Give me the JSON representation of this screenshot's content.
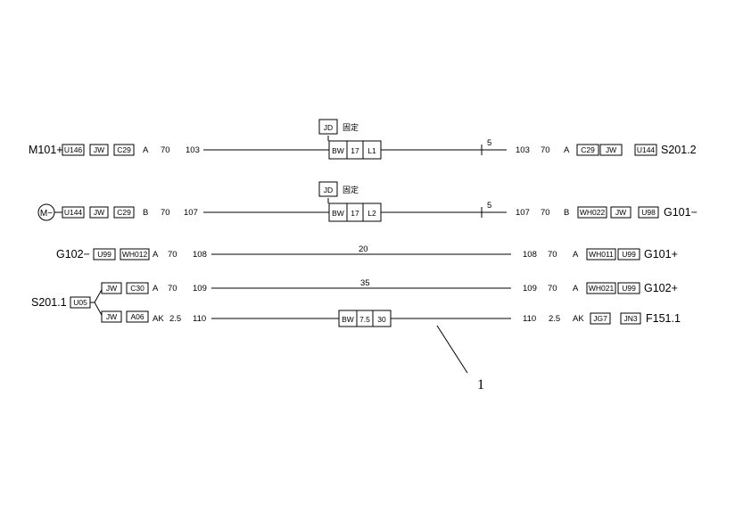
{
  "rows": [
    {
      "left": {
        "label": "M101+",
        "boxes": [
          "U146",
          "JW",
          "C29"
        ],
        "phase": "A",
        "size": "70",
        "num": "103"
      },
      "right": {
        "num": "103",
        "size": "70",
        "phase": "A",
        "boxes": [
          "C29",
          "JW",
          "U144"
        ],
        "label": "S201.2"
      },
      "mid_boxes": [
        "BW",
        "17",
        "L1"
      ],
      "top_tag": {
        "box": "JD",
        "text": "固定"
      },
      "tick_label": "5"
    },
    {
      "left": {
        "motor_symbol": "M−",
        "boxes": [
          "U144",
          "JW",
          "C29"
        ],
        "phase": "B",
        "size": "70",
        "num": "107"
      },
      "right": {
        "num": "107",
        "size": "70",
        "phase": "B",
        "boxes": [
          "WH022",
          "JW",
          "U98"
        ],
        "label": "G101−"
      },
      "mid_boxes": [
        "BW",
        "17",
        "L2"
      ],
      "top_tag": {
        "box": "JD",
        "text": "固定"
      },
      "tick_label": "5"
    },
    {
      "left": {
        "label": "G102−",
        "boxes": [
          "U99",
          "WH012"
        ],
        "phase": "A",
        "size": "70",
        "num": "108"
      },
      "right": {
        "num": "108",
        "size": "70",
        "phase": "A",
        "boxes": [
          "WH011",
          "U99"
        ],
        "label": "G101+"
      },
      "length_label": "20"
    },
    {
      "left": {
        "boxes": [
          "JW",
          "C30"
        ],
        "phase": "A",
        "size": "70",
        "num": "109"
      },
      "right": {
        "num": "109",
        "size": "70",
        "phase": "A",
        "boxes": [
          "WH021",
          "U99"
        ],
        "label": "G102+"
      },
      "length_label": "35"
    },
    {
      "left": {
        "boxes": [
          "JW",
          "A06"
        ],
        "phase": "AK",
        "size": "2.5",
        "num": "110"
      },
      "right": {
        "num": "110",
        "size": "2.5",
        "phase": "AK",
        "boxes": [
          "JG7",
          "JN3"
        ],
        "label": "F151.1"
      },
      "mid_boxes": [
        "BW",
        "7.5",
        "30"
      ]
    }
  ],
  "branch": {
    "label": "S201.1",
    "box": "U05"
  },
  "callout": "1"
}
